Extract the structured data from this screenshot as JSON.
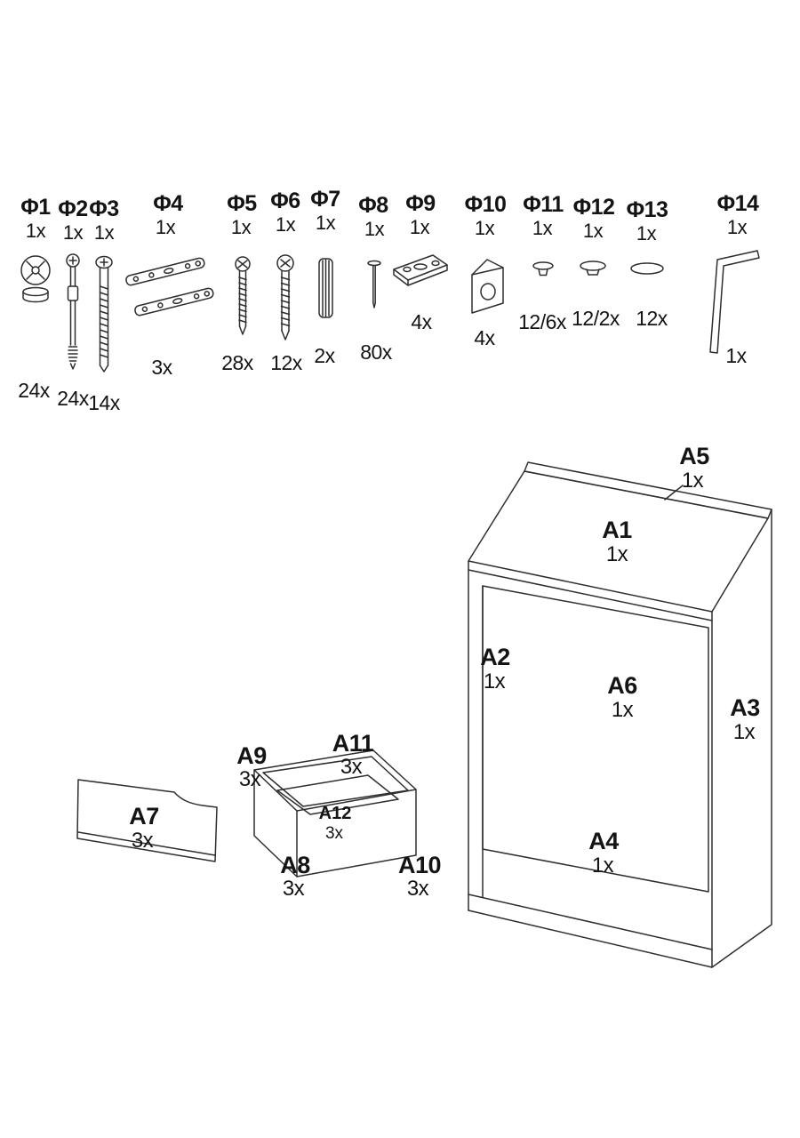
{
  "hardware": {
    "items": [
      {
        "id": "phi1",
        "label": "Φ1",
        "unit": "1x",
        "qty": "24x",
        "icon": "cam-lock-icon"
      },
      {
        "id": "phi2",
        "label": "Φ2",
        "unit": "1x",
        "qty": "24x",
        "icon": "cam-bolt-icon"
      },
      {
        "id": "phi3",
        "label": "Φ3",
        "unit": "1x",
        "qty": "14x",
        "icon": "long-bolt-icon"
      },
      {
        "id": "phi4",
        "label": "Φ4",
        "unit": "1x",
        "qty": "3x",
        "icon": "drawer-slide-icon"
      },
      {
        "id": "phi5",
        "label": "Φ5",
        "unit": "1x",
        "qty": "28x",
        "icon": "wood-screw-small-icon"
      },
      {
        "id": "phi6",
        "label": "Φ6",
        "unit": "1x",
        "qty": "12x",
        "icon": "wood-screw-large-icon"
      },
      {
        "id": "phi7",
        "label": "Φ7",
        "unit": "1x",
        "qty": "2x",
        "icon": "dowel-icon"
      },
      {
        "id": "phi8",
        "label": "Φ8",
        "unit": "1x",
        "qty": "80x",
        "icon": "nail-icon"
      },
      {
        "id": "phi9",
        "label": "Φ9",
        "unit": "1x",
        "qty": "4x",
        "icon": "flat-bracket-icon"
      },
      {
        "id": "phi10",
        "label": "Φ10",
        "unit": "1x",
        "qty": "4x",
        "icon": "corner-bracket-icon"
      },
      {
        "id": "phi11",
        "label": "Φ11",
        "unit": "1x",
        "qty": "12/6x",
        "icon": "small-cap-icon"
      },
      {
        "id": "phi12",
        "label": "Φ12",
        "unit": "1x",
        "qty": "12/2x",
        "icon": "cover-cap-icon"
      },
      {
        "id": "phi13",
        "label": "Φ13",
        "unit": "1x",
        "qty": "12x",
        "icon": "flat-cap-icon"
      },
      {
        "id": "phi14",
        "label": "Φ14",
        "unit": "1x",
        "qty": "1x",
        "icon": "allen-key-icon"
      }
    ]
  },
  "parts": {
    "a1": {
      "label": "A1",
      "qty": "1x"
    },
    "a2": {
      "label": "A2",
      "qty": "1x"
    },
    "a3": {
      "label": "A3",
      "qty": "1x"
    },
    "a4": {
      "label": "A4",
      "qty": "1x"
    },
    "a5": {
      "label": "A5",
      "qty": "1x"
    },
    "a6": {
      "label": "A6",
      "qty": "1x"
    },
    "a7": {
      "label": "A7",
      "qty": "3x"
    },
    "a8": {
      "label": "A8",
      "qty": "3x"
    },
    "a9": {
      "label": "A9",
      "qty": "3x"
    },
    "a10": {
      "label": "A10",
      "qty": "3x"
    },
    "a11": {
      "label": "A11",
      "qty": "3x"
    },
    "a12": {
      "label": "A12",
      "qty": "3x"
    }
  }
}
